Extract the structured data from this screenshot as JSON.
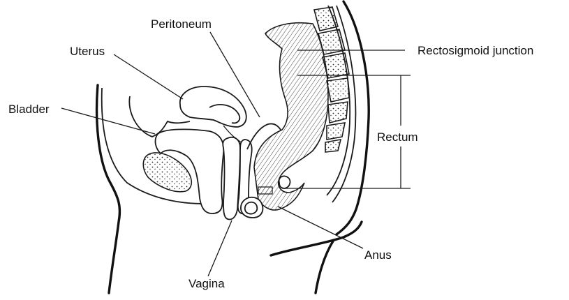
{
  "labels": {
    "peritoneum": "Peritoneum",
    "uterus": "Uterus",
    "rectosigmoid": "Rectosigmoid junction",
    "bladder": "Bladder",
    "rectum": "Rectum",
    "anus": "Anus",
    "vagina": "Vagina"
  }
}
